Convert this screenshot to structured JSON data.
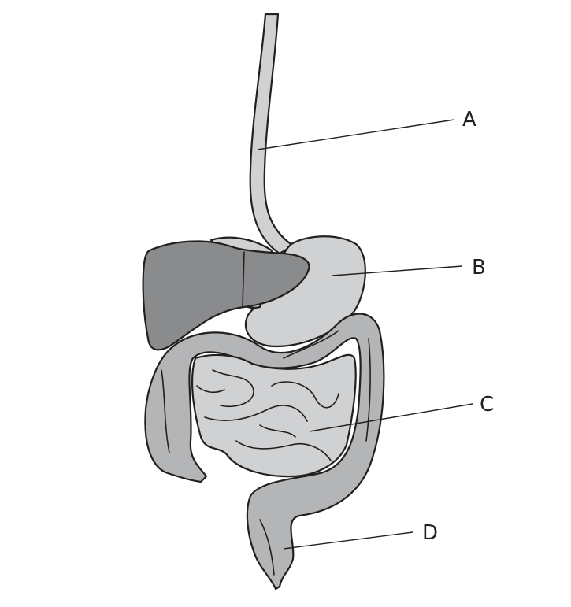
{
  "diagram": {
    "labels": [
      {
        "id": "A",
        "text": "A"
      },
      {
        "id": "B",
        "text": "B"
      },
      {
        "id": "C",
        "text": "C"
      },
      {
        "id": "D",
        "text": "D"
      }
    ],
    "colors": {
      "liver": "#8a8b8d",
      "stomach": "#d0d1d3",
      "large_intestine": "#b4b5b7",
      "small_intestine": "#d0d1d3",
      "outline": "#231f20"
    }
  }
}
